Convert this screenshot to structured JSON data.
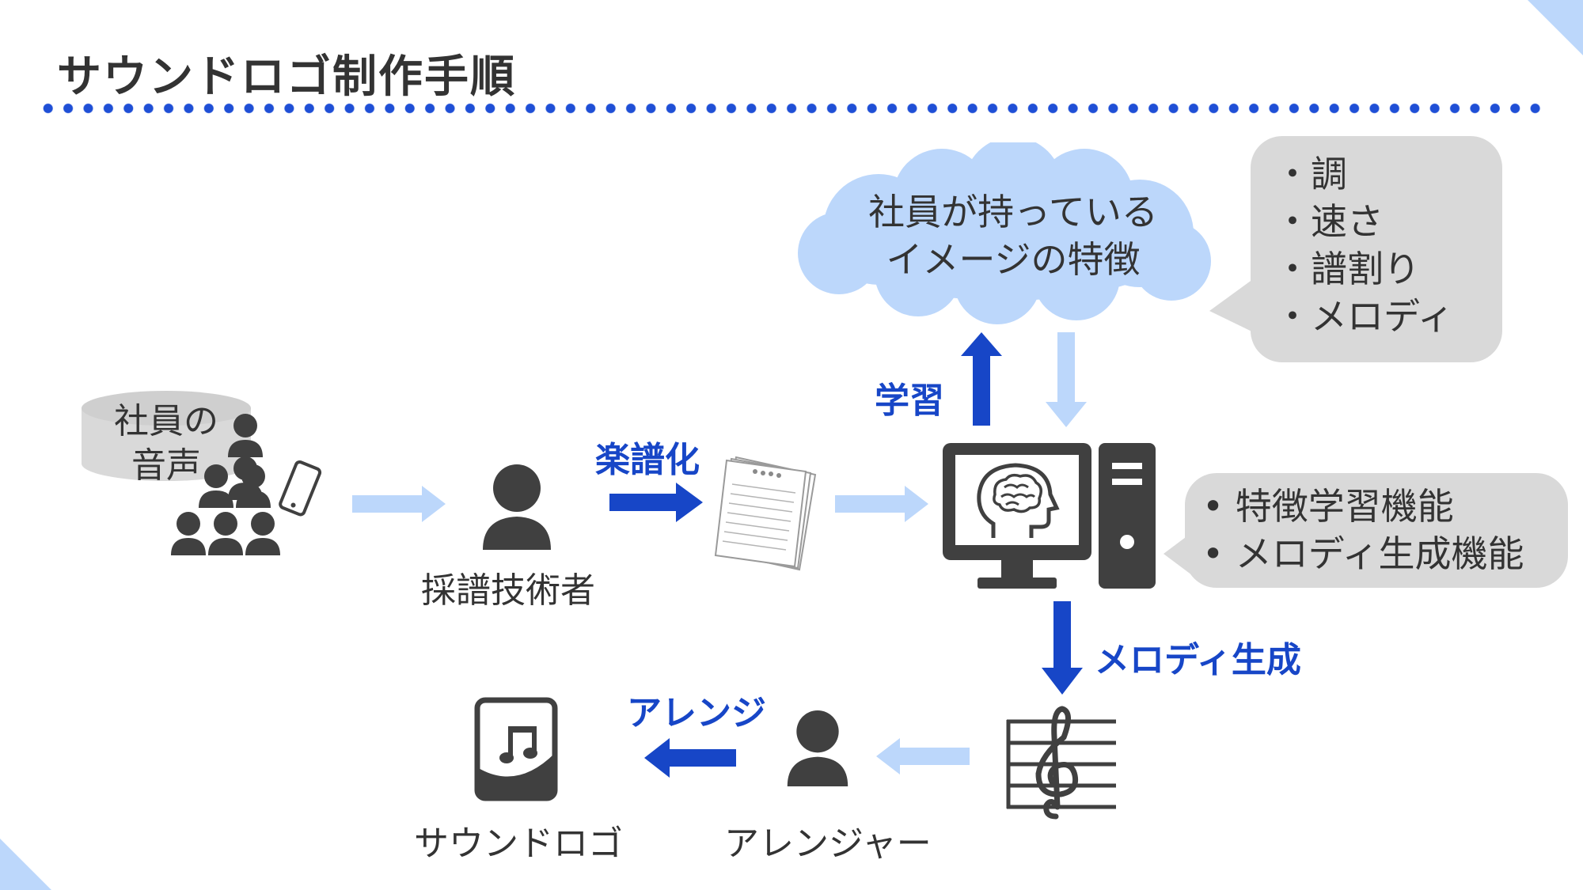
{
  "title": "サウンドロゴ制作手順",
  "colors": {
    "accent_blue": "#1746c7",
    "light_blue": "#bcd7fb",
    "icon_gray": "#404040",
    "bubble_gray": "#d9d9d9"
  },
  "source": {
    "label_line1": "社員の",
    "label_line2": "音声"
  },
  "steps": {
    "transcriber": "採譜技術者",
    "arranger": "アレンジャー",
    "sound_logo": "サウンドロゴ"
  },
  "arrows": {
    "score": "楽譜化",
    "learning": "学習",
    "melody_generation": "メロディ生成",
    "arrange": "アレンジ"
  },
  "cloud": {
    "line1": "社員が持っている",
    "line2": "イメージの特徴"
  },
  "features": [
    "・調",
    "・速さ",
    "・譜割り",
    "・メロディ"
  ],
  "functions": [
    "• 特徴学習機能",
    "• メロディ生成機能"
  ],
  "icons": [
    "people-group-icon",
    "smartphone-icon",
    "person-icon",
    "score-sheets-icon",
    "computer-icon",
    "brain-icon",
    "treble-clef-staff-icon",
    "music-file-icon"
  ]
}
